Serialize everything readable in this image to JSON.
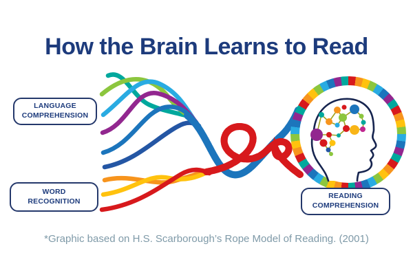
{
  "title": {
    "text": "How the Brain Learns to Read"
  },
  "boxes": {
    "language": {
      "line1": "LANGUAGE",
      "line2": "COMPREHENSION"
    },
    "word": {
      "line1": "WORD",
      "line2": "RECOGNITION"
    },
    "reading": {
      "line1": "READING",
      "line2": "COMPREHENSION"
    }
  },
  "footer": {
    "text": "*Graphic based on H.S. Scarborough’s Rope Model of Reading. (2001)"
  },
  "palette": {
    "navy": "#1d3b7c",
    "box_border": "#24386b",
    "head_outline": "#16244f",
    "footer_gray": "#7f9aa8",
    "red": "#d7191c",
    "orange": "#f7941d",
    "yellow": "#ffc20e",
    "green": "#8cc63e",
    "teal": "#00a89d",
    "cyan": "#29abe2",
    "blue": "#1c75bc",
    "dark_blue": "#2456a4",
    "purple": "#92278f",
    "magenta": "#c0278f",
    "gold": "#f9b517"
  },
  "diagram": {
    "top_strand_group": "LANGUAGE COMPREHENSION",
    "bottom_strand_group": "WORD RECOGNITION",
    "result": "READING COMPREHENSION",
    "top_strand_colors": [
      "teal",
      "green",
      "cyan",
      "purple",
      "blue",
      "dark_blue"
    ],
    "bottom_strand_colors": [
      "orange",
      "yellow",
      "red"
    ],
    "ring_colors": [
      "#d7191c",
      "#f7941d",
      "#ffc20e",
      "#8cc63e",
      "#29abe2",
      "#1c75bc",
      "#92278f",
      "#00a89d"
    ]
  }
}
